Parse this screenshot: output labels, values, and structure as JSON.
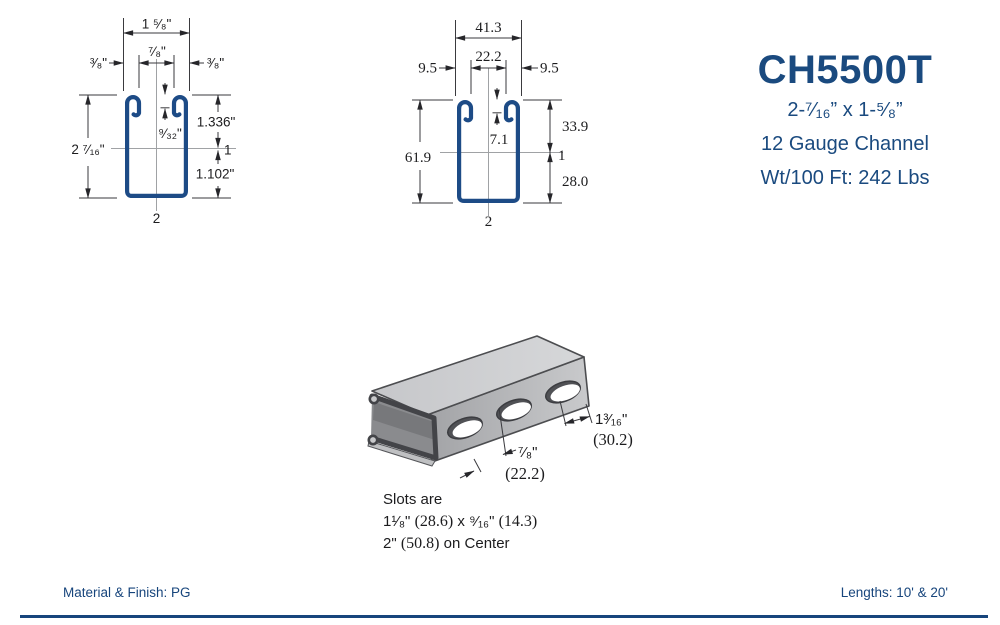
{
  "colors": {
    "navy": "#1a4a7f",
    "channel_blue": "#1d4b86",
    "footer_rule": "#17457c",
    "dim_line": "#3a3a3e",
    "iso_top_face": "#cdced1",
    "iso_front_face": "#b2b3b6",
    "iso_interior": "#8a8b8e"
  },
  "title_block": {
    "model": "CH5500T",
    "size": "2-⁷⁄₁₆” x 1-⁵⁄₈”",
    "gauge": "12 Gauge Channel",
    "weight": "Wt/100 Ft: 242 Lbs"
  },
  "imperial": {
    "width": "1 ⁵⁄₈\"",
    "opening": "⁷⁄₈\"",
    "lip_left": "³⁄₈\"",
    "lip_right": "³⁄₈\"",
    "height": "2 ⁷⁄₁₆\"",
    "top_to_axis": "1.336\"",
    "axis_to_bottom": "1.102\"",
    "lip_depth": "⁹⁄₃₂\"",
    "axis1": "1",
    "axis2": "2"
  },
  "metric": {
    "width": "41.3",
    "opening": "22.2",
    "lip_left": "9.5",
    "lip_right": "9.5",
    "height": "61.9",
    "top_to_axis": "33.9",
    "axis_to_bottom": "28.0",
    "lip_depth": "7.1",
    "axis1": "1",
    "axis2": "2"
  },
  "iso": {
    "end_dim_in": "1³⁄₁₆\"",
    "end_dim_mm": "(30.2)",
    "gap_dim_in": "⁷⁄₈\"",
    "gap_dim_mm": "(22.2)",
    "note_line1": "Slots are",
    "note_line2": [
      {
        "t": "1¹⁄₈\" ",
        "f": "sans"
      },
      {
        "t": "(28.6)",
        "f": "serif"
      },
      {
        "t": " x ",
        "f": "sans"
      },
      {
        "t": "⁹⁄₁₆\" ",
        "f": "sans"
      },
      {
        "t": "(14.3)",
        "f": "serif"
      }
    ],
    "note_line3": [
      {
        "t": "2\" ",
        "f": "sans"
      },
      {
        "t": "(50.8)",
        "f": "serif"
      },
      {
        "t": " on Center",
        "f": "sans"
      }
    ]
  },
  "footer": {
    "material": "Material & Finish: PG",
    "lengths": "Lengths: 10' & 20'"
  }
}
